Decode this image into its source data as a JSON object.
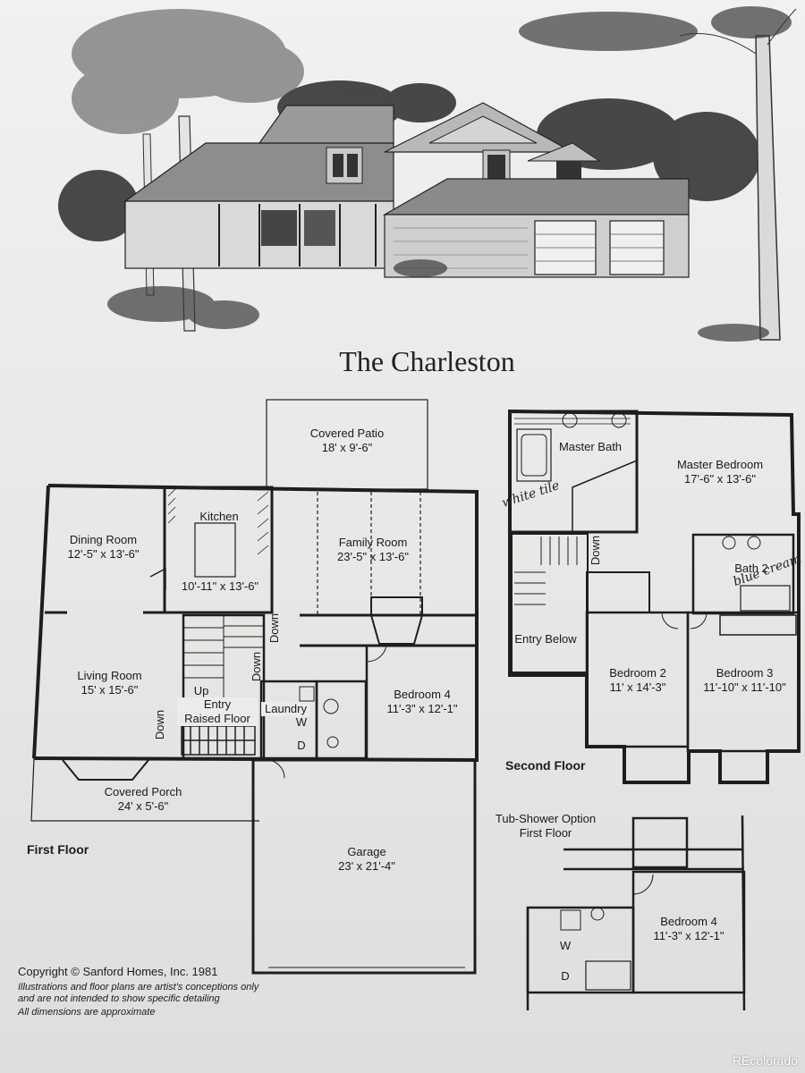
{
  "title": "The Charleston",
  "first_floor": {
    "label": "First Floor",
    "rooms": {
      "covered_patio": {
        "name": "Covered Patio",
        "dim": "18' x 9'-6\""
      },
      "kitchen": {
        "name": "Kitchen",
        "dim": "10'-11\" x 13'-6\""
      },
      "dining_room": {
        "name": "Dining Room",
        "dim": "12'-5\" x 13'-6\""
      },
      "family_room": {
        "name": "Family Room",
        "dim": "23'-5\" x 13'-6\""
      },
      "living_room": {
        "name": "Living Room",
        "dim": "15' x 15'-6\""
      },
      "bedroom4": {
        "name": "Bedroom 4",
        "dim": "11'-3\" x 12'-1\""
      },
      "entry": {
        "name": "Entry",
        "sub": "Raised Floor"
      },
      "laundry": {
        "name": "Laundry"
      },
      "covered_porch": {
        "name": "Covered Porch",
        "dim": "24' x 5'-6\""
      },
      "garage": {
        "name": "Garage",
        "dim": "23' x 21'-4\""
      }
    },
    "stairs": {
      "up": "Up",
      "down1": "Down",
      "down2": "Down",
      "down3": "Down"
    },
    "appliances": {
      "w": "W",
      "d": "D"
    }
  },
  "second_floor": {
    "label": "Second Floor",
    "rooms": {
      "master_bath": {
        "name": "Master Bath"
      },
      "master_bedroom": {
        "name": "Master Bedroom",
        "dim": "17'-6\" x 13'-6\""
      },
      "bath2": {
        "name": "Bath 2"
      },
      "entry_below": {
        "name": "Entry Below"
      },
      "bedroom2": {
        "name": "Bedroom 2",
        "dim": "11' x 14'-3\""
      },
      "bedroom3": {
        "name": "Bedroom 3",
        "dim": "11'-10\" x 11'-10\""
      }
    },
    "stairs_down": "Down",
    "handwritten_1": "white tile",
    "handwritten_2": "blue cream"
  },
  "tub_option": {
    "label": "Tub-Shower Option",
    "sub": "First Floor",
    "bedroom4": {
      "name": "Bedroom 4",
      "dim": "11'-3\" x 12'-1\""
    },
    "w": "W",
    "d": "D"
  },
  "copyright": {
    "line1": "Copyright © Sanford Homes, Inc. 1981",
    "line2": "Illustrations and floor plans are artist's conceptions only",
    "line3": "and are not intended to show specific detailing",
    "line4": "All dimensions are approximate"
  },
  "watermark": "REcolorado"
}
